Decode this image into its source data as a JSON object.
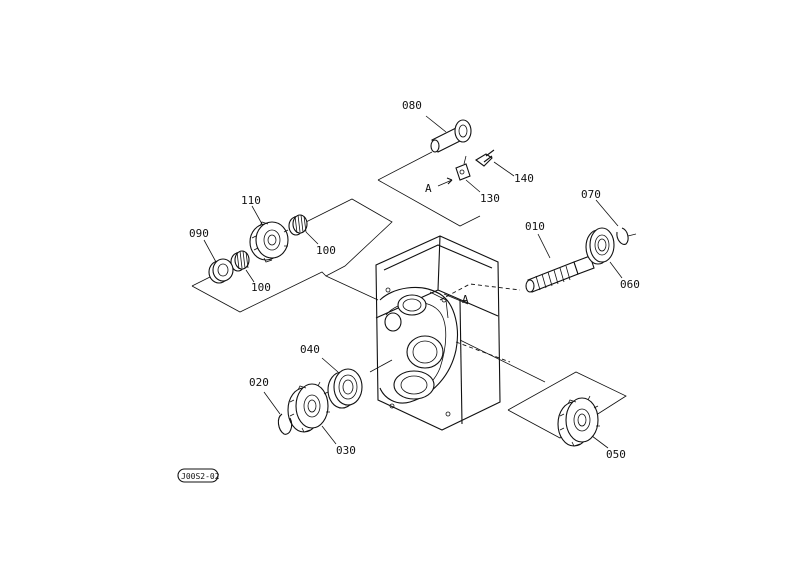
{
  "parts": {
    "p010": "010",
    "p020": "020",
    "p030": "030",
    "p040": "040",
    "p050": "050",
    "p060": "060",
    "p070": "070",
    "p080": "080",
    "p090": "090",
    "p100a": "100",
    "p100b": "100",
    "p110": "110",
    "p130": "130",
    "p140": "140"
  },
  "markers": {
    "view_a_top": "A",
    "view_a_case": "A"
  },
  "drawing_code": "J00S2-02"
}
